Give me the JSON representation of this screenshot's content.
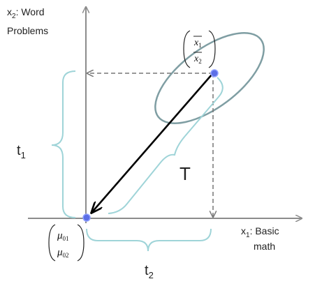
{
  "x2_axis_label": {
    "var": "x",
    "sub": "2",
    "line1": ": Word",
    "line2": "Problems"
  },
  "x1_axis_label": {
    "var": "x",
    "sub": "1",
    "line1": ": Basic",
    "line2": "math"
  },
  "mean_sample_vector": {
    "top_var": "x",
    "top_sub": "1",
    "bottom_var": "x",
    "bottom_sub": "2"
  },
  "mean_null_vector": {
    "top_var": "μ",
    "top_sub": "01",
    "bottom_var": "μ",
    "bottom_sub": "02"
  },
  "t1_label": {
    "var": "t",
    "sub": "1"
  },
  "t2_label": {
    "var": "t",
    "sub": "2"
  },
  "t_label": "T",
  "colors": {
    "axis": "#8c8c8c",
    "ellipse": "#7f9ea3",
    "brace": "#9fd4d8",
    "point": "#5b6ee6",
    "dash": "#777777",
    "arrow": "#000000"
  }
}
